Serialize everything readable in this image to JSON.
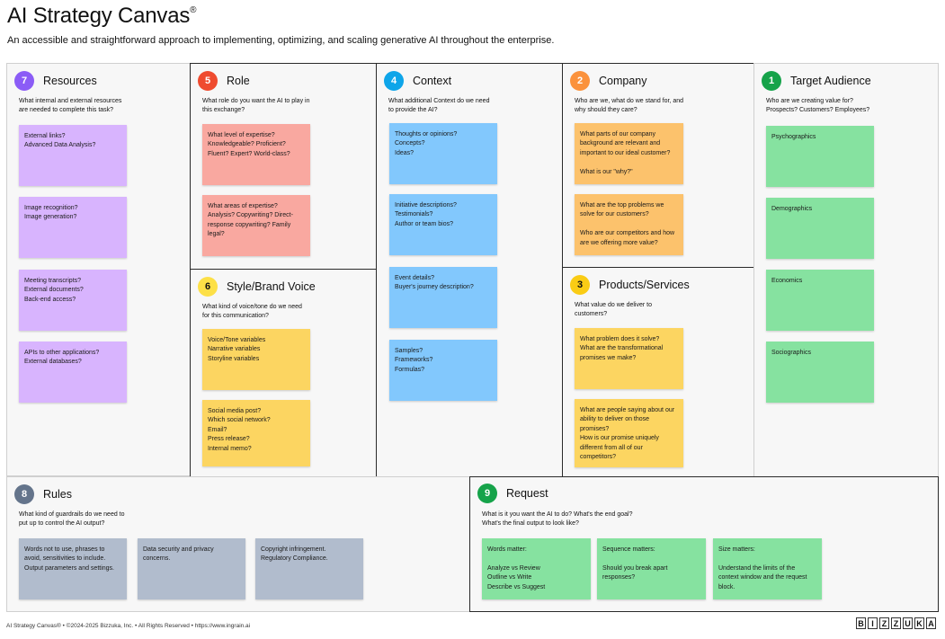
{
  "header": {
    "title": "AI Strategy Canvas",
    "title_mark": "®",
    "subtitle": "An accessible and straightforward approach to implementing, optimizing, and scaling generative AI throughout the enterprise."
  },
  "colors": {
    "resources_badge": "#8b5cf6",
    "role_badge": "#ef4b2f",
    "style_badge": "#fde047",
    "context_badge": "#0ea5e9",
    "company_badge": "#fb923c",
    "products_badge": "#facc15",
    "audience_badge": "#16a34a",
    "rules_badge": "#64748b",
    "request_badge": "#16a34a"
  },
  "resources": {
    "number": "7",
    "title": "Resources",
    "question": "What internal and external resources\nare needed to complete this task?",
    "notes": [
      "External links?\nAdvanced Data Analysis?",
      "Image recognition?\nImage generation?",
      "Meeting transcripts?\nExternal documents?\nBack-end access?",
      "APIs to other applications?\nExternal databases?"
    ]
  },
  "role": {
    "number": "5",
    "title": "Role",
    "question": "What role do you want the AI to play in\nthis exchange?",
    "notes": [
      "What level of expertise?\nKnowledgeable? Proficient?\nFluent? Expert? World-class?",
      "What areas of expertise?\nAnalysis? Copywriting? Direct-\nresponse copywriting? Family\nlegal?"
    ]
  },
  "style": {
    "number": "6",
    "title": "Style/Brand Voice",
    "question": "What kind of voice/tone do we need\nfor this communication?",
    "notes": [
      "Voice/Tone variables\nNarrative variables\nStoryline variables",
      "Social media post?\nWhich social network?\nEmail?\nPress release?\nInternal memo?"
    ]
  },
  "context": {
    "number": "4",
    "title": "Context",
    "question": "What additional Context do we need\nto provide the AI?",
    "notes": [
      "Thoughts  or opinions?\nConcepts?\nIdeas?",
      "Initiative descriptions?\nTestimonials?\nAuthor or team bios?",
      "Event details?\nBuyer's journey description?",
      "Samples?\nFrameworks?\nFormulas?"
    ]
  },
  "company": {
    "number": "2",
    "title": "Company",
    "question": "Who are we, what do we stand for, and\nwhy should they care?",
    "notes": [
      "What parts of our company\nbackground are relevant and\nimportant to our ideal customer?\n\nWhat is our \"why?\"",
      "What are the top problems we\nsolve for our customers?\n\nWho are our competitors and how\nare we offering more value?"
    ]
  },
  "products": {
    "number": "3",
    "title": "Products/Services",
    "question": "What value do we deliver to\ncustomers?",
    "notes": [
      "What problem does it solve?\nWhat are the transformational\npromises we make?",
      "What are people saying about our\nability to deliver on those\npromises?\nHow is our promise uniquely\ndifferent from all of our\ncompetitors?"
    ]
  },
  "audience": {
    "number": "1",
    "title": "Target Audience",
    "question": "Who are we creating value for?\nProspects? Customers? Employees?",
    "notes": [
      "Psychographics",
      "Demographics",
      "Economics",
      "Sociographics"
    ]
  },
  "rules": {
    "number": "8",
    "title": "Rules",
    "question": "What kind of guardrails do we need to\nput up to control the AI output?",
    "notes": [
      "Words not to use, phrases to\navoid, sensitivities to include.\nOutput parameters and settings.",
      "Data security and privacy\nconcerns.",
      "Copyright infringement.\nRegulatory Compliance."
    ]
  },
  "request": {
    "number": "9",
    "title": "Request",
    "question": "What is it you want the AI to do? What's the end goal?\nWhat's the final output to look like?",
    "notes": [
      "Words matter:\n\nAnalyze vs Review\nOutline vs Write\nDescribe vs Suggest",
      "Sequence matters:\n\nShould you break apart\nresponses?",
      "Size matters:\n\nUnderstand the limits of the\ncontext window and the request\nblock."
    ]
  },
  "footer": {
    "text": "AI Strategy Canvas® • ©2024-2025 Bizzuka, Inc. • All Rights Reserved • https://www.ingrain.ai",
    "logo_letters": [
      "B",
      "I",
      "Z",
      "Z",
      "U",
      "K",
      "A"
    ]
  }
}
